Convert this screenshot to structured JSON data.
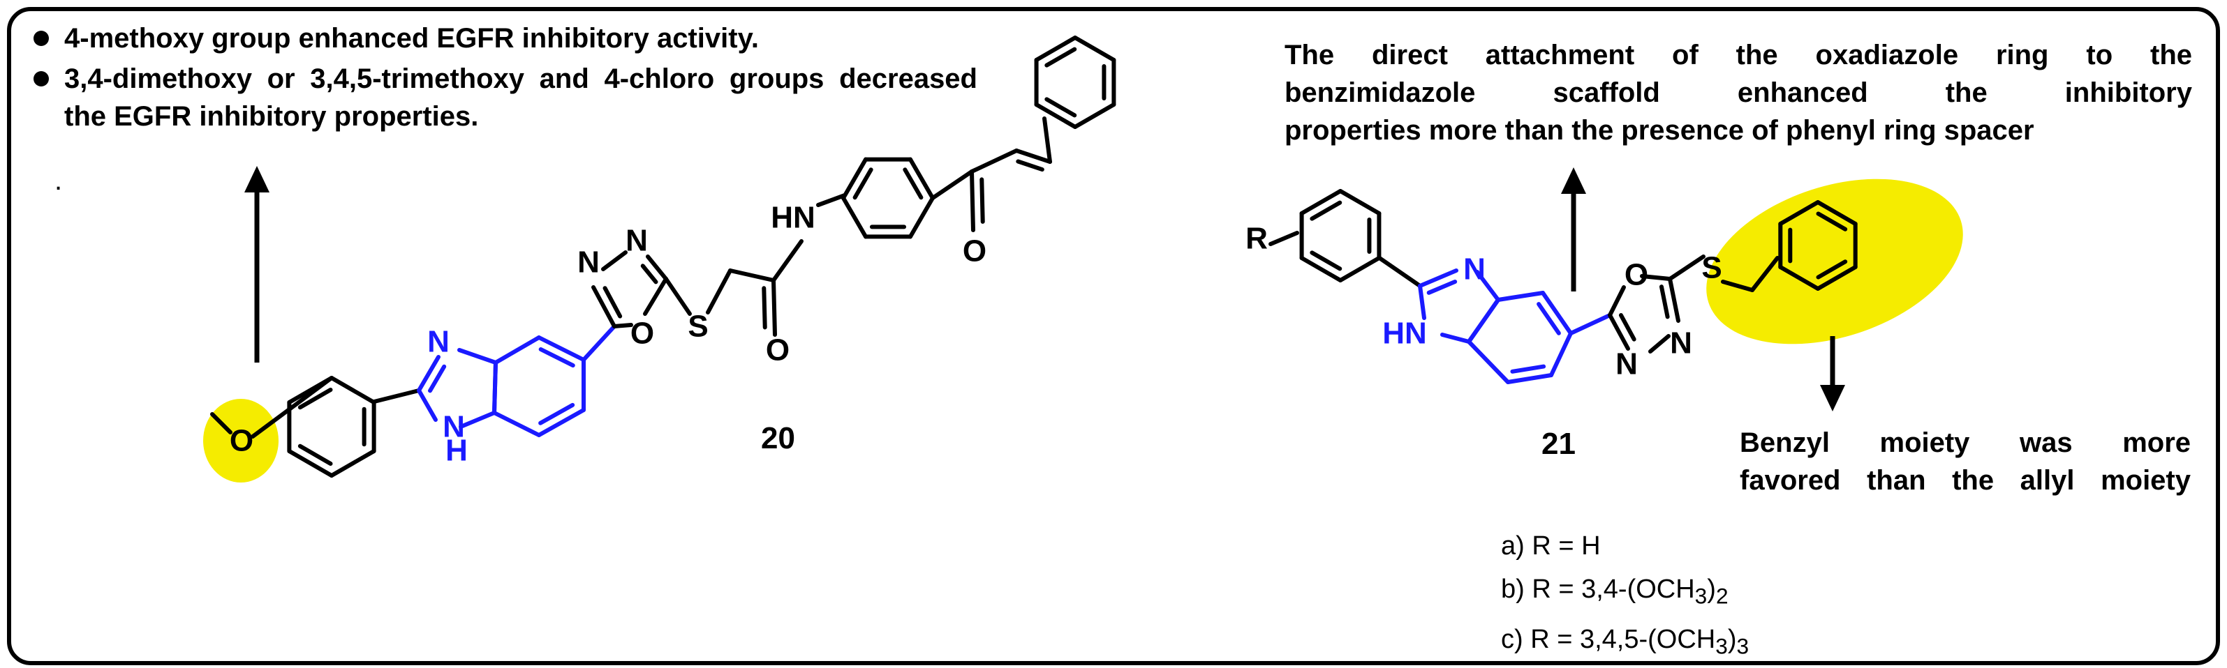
{
  "left_notes": [
    "4-methoxy group enhanced EGFR inhibitory activity.",
    "3,4-dimethoxy or 3,4,5-trimethoxy and 4-chloro groups decreased the EGFR inhibitory properties."
  ],
  "stray_mark": ".",
  "compound_labels": {
    "left": "20",
    "right": "21"
  },
  "right_top_note_lines": [
    "The direct attachment of the oxadiazole ring to the",
    "benzimidazole scaffold enhanced the inhibitory",
    "properties more than the presence of phenyl ring spacer"
  ],
  "right_bottom_note_lines": [
    "Benzyl moiety was more",
    "favored than the allyl moiety"
  ],
  "atoms": {
    "O": "O",
    "N": "N",
    "S": "S",
    "H": "H",
    "NH": "NH",
    "HN": "HN",
    "R": "R"
  },
  "r_groups": [
    {
      "prefix": "a) R = H",
      "sub": "",
      "tail": ""
    },
    {
      "prefix": "b) R = 3,4-(OCH",
      "sub": "3",
      "tail": ")",
      "sub2": "2"
    },
    {
      "prefix": "c) R = 3,4,5-(OCH",
      "sub": "3",
      "tail": ")",
      "sub2": "3"
    }
  ],
  "colors": {
    "scaffold": "#1a1aff",
    "highlight": "#f5ec00",
    "ink": "#000000",
    "frame": "#000000"
  }
}
